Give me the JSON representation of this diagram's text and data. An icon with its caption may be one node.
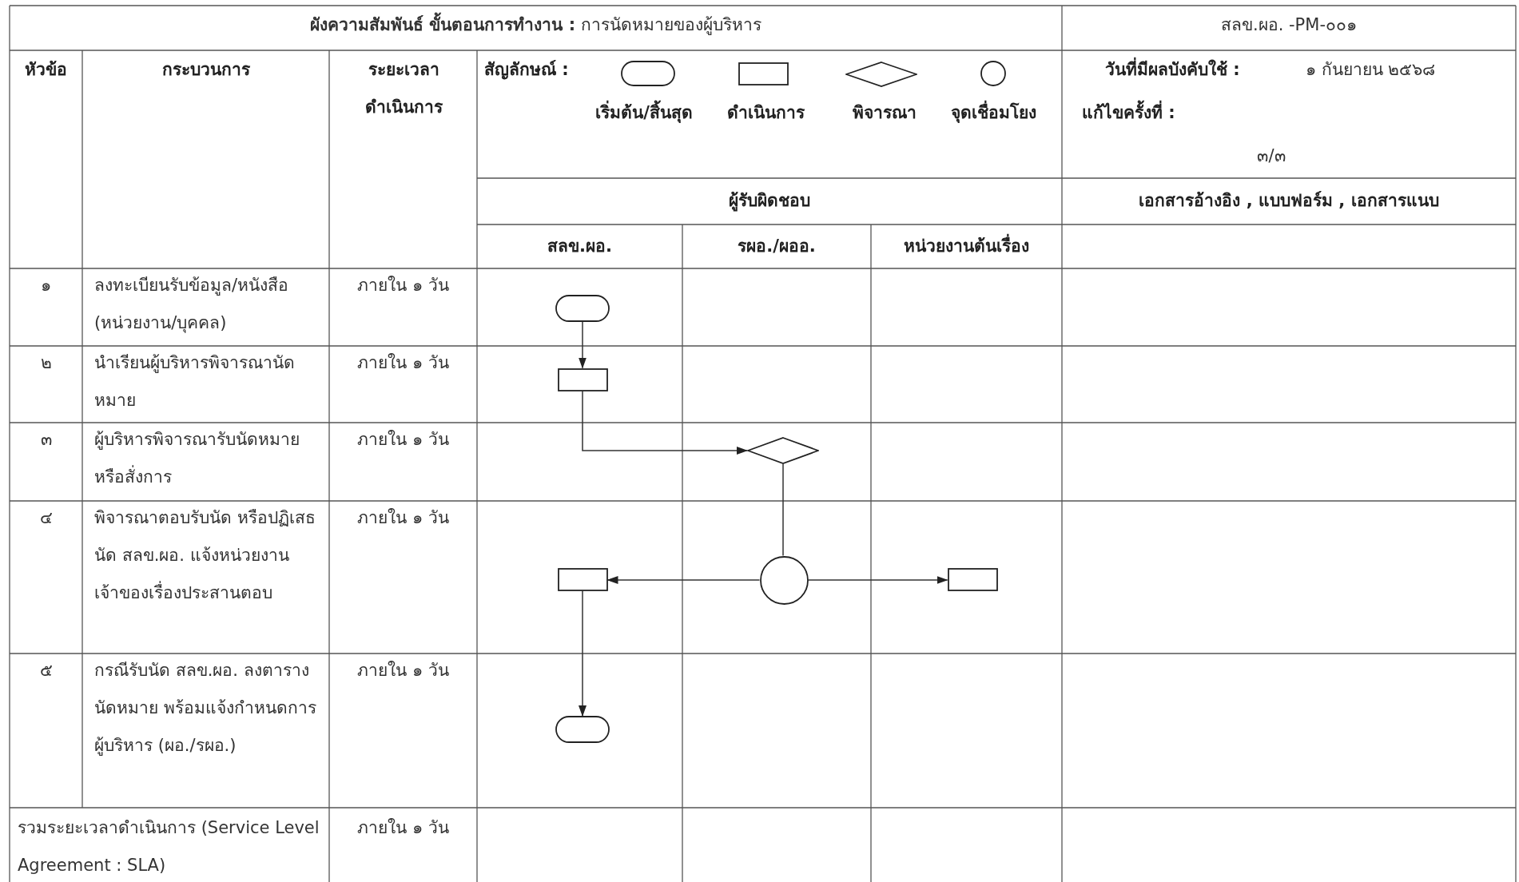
{
  "diagram": {
    "title": "**ผังความสัมพันธ์ ขั้นตอนการทำงาน :** การนัดหมายของผู้บริหาร",
    "nodes": [
      {
        "text": [],
        "shape": "capsule"
      },
      {
        "text": [],
        "shape": "box"
      },
      {
        "text": [],
        "shape": "diamond"
      },
      {
        "text": [],
        "shape": "circle"
      },
      {
        "text": [],
        "shape": "box"
      },
      {
        "text": [],
        "shape": "box"
      },
      {
        "text": [],
        "shape": "capsule"
      }
    ],
    "edges": [
      {
        "from": 0,
        "to": 1,
        "arrow": "to"
      },
      {
        "from": 1,
        "to": 2,
        "arrow": "to"
      },
      {
        "from": 2,
        "to": 3,
        "arrow": "none"
      },
      {
        "from": 3,
        "to": 4,
        "arrow": "to"
      },
      {
        "from": 3,
        "to": 5,
        "arrow": "to"
      },
      {
        "from": 4,
        "to": 6,
        "arrow": "to"
      }
    ],
    "labels": [
      "สลข.ผอ. -PM-๐๐๑",
      "หัวข้อ",
      "กระบวนการ",
      "ระยะเวลา ดำเนินการ",
      "สัญลักษณ์ :",
      "วันที่มีผลบังคับใช้ :",
      "๑ กันยายน ๒๕๖๘",
      "แก้ไขครั้งที่ :",
      "๓/๓",
      "ผู้รับผิดชอบ",
      "เอกสารอ้างอิง , แบบฟอร์ม , เอกสารแนบ",
      "สลข.ผอ.",
      "รผอ./ผออ.",
      "หน่วยงานต้นเรื่อง",
      "๑",
      "ลงทะเบียนรับข้อมูล/หนังสือ (หน่วยงาน/บุคคล)",
      "ภายใน ๑ วัน",
      "๒",
      "นำเรียนผู้บริหารพิจารณานัดหมาย",
      "ภายใน ๑ วัน",
      "๓",
      "ผู้บริหารพิจารณารับนัดหมายหรือสั่งการ",
      "ภายใน ๑ วัน",
      "๔",
      "พิจารณาตอบรับนัด หรือปฏิเสธนัด สลข.ผอ. แจ้งหน่วยงานเจ้าของเรื่องประสานตอบ",
      "ภายใน ๑ วัน",
      "๕",
      "กรณีรับนัด สลข.ผอ. ลงตารางนัดหมาย พร้อมแจ้งกำหนดการผู้บริหาร (ผอ./รผอ.)",
      "ภายใน ๑ วัน",
      "รวมระยะเวลาดำเนินการ (Service Level Agreement : SLA)",
      "ภายใน ๑ วัน"
    ],
    "legend": [
      {
        "text": "เริ่มต้น/สิ้นสุด"
      },
      {
        "text": "ดำเนินการ"
      },
      {
        "text": "พิจารณา"
      },
      {
        "text": "จุดเชื่อมโยง"
      }
    ]
  }
}
